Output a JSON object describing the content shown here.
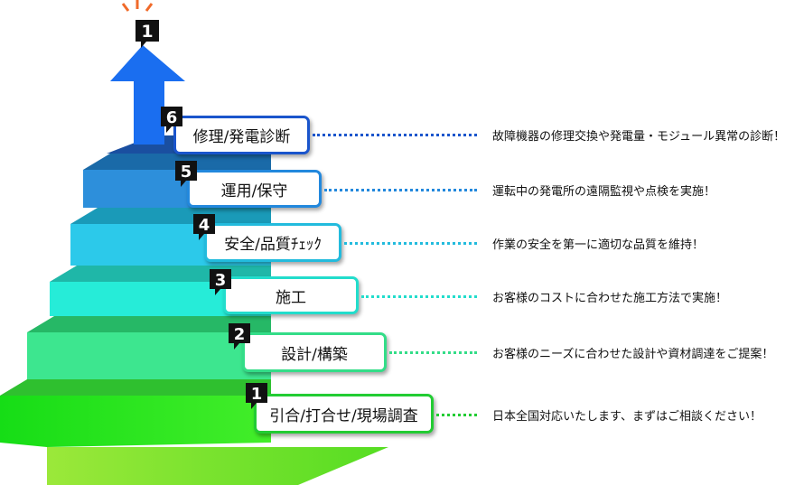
{
  "steps": [
    {
      "num": "1",
      "label": "引合/打合せ/現場調査",
      "desc": "日本全国対応いたします、まずはご相談ください！",
      "color": "#22cc33"
    },
    {
      "num": "2",
      "label": "設計/構築",
      "desc": "お客様のニーズに合わせた設計や資材調達をご提案！",
      "color": "#33dd88"
    },
    {
      "num": "3",
      "label": "施工",
      "desc": "お客様のコストに合わせた施工方法で実施！",
      "color": "#22ddcc"
    },
    {
      "num": "4",
      "label": "安全/品質ﾁｪｯｸ",
      "desc": "作業の安全を第一に適切な品質を維持！",
      "color": "#22bbdd"
    },
    {
      "num": "5",
      "label": "運用/保守",
      "desc": "運転中の発電所の遠隔監視や点検を実施！",
      "color": "#2288dd"
    },
    {
      "num": "6",
      "label": "修理/発電診断",
      "desc": "故障機器の修理交換や発電量・モジュール異常の診断！",
      "color": "#1a55cc"
    }
  ],
  "arrow": {
    "num": "1",
    "color": "#1a6ef0"
  },
  "accent": {
    "spark": "#f06a2a",
    "badge": "#111111"
  }
}
